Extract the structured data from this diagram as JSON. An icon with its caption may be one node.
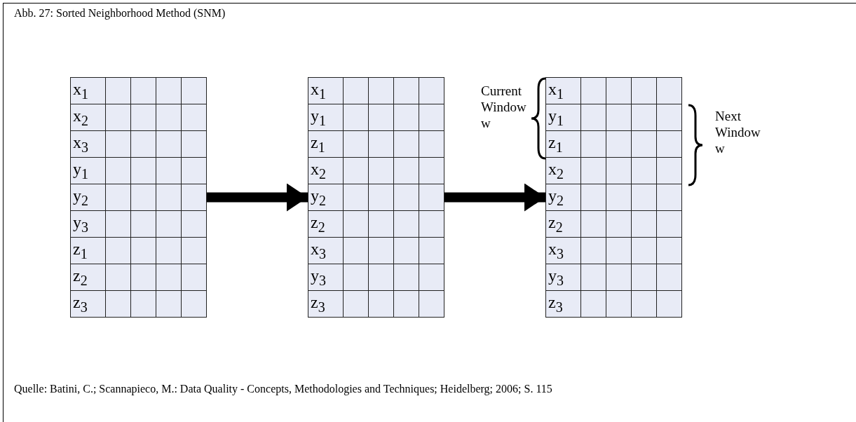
{
  "diagram": {
    "title": "Abb. 27: Sorted Neighborhood Method (SNM)",
    "caption": "Quelle: Batini, C.; Scannapieco, M.: Data Quality - Concepts, Methodologies and Techniques; Heidelberg; 2006; S. 115",
    "nodes": [
      {
        "text": [
          "x$_{1}$",
          "x$_{2}$",
          "x$_{3}$",
          "y$_{1}$",
          "y$_{2}$",
          "y$_{3}$",
          "z$_{1}$",
          "z$_{2}$",
          "z$_{3}$"
        ]
      },
      {
        "text": [
          "x$_{1}$",
          "y$_{1}$",
          "z$_{1}$",
          "x$_{2}$",
          "y$_{2}$",
          "z$_{2}$",
          "x$_{3}$",
          "y$_{3}$",
          "z$_{3}$"
        ]
      },
      {
        "text": [
          "x$_{1}$",
          "y$_{1}$",
          "z$_{1}$",
          "x$_{2}$",
          "y$_{2}$",
          "z$_{2}$",
          "x$_{3}$",
          "y$_{3}$",
          "z$_{3}$"
        ]
      }
    ],
    "edges": [
      {
        "from": 0,
        "to": 1,
        "arrow": "to"
      },
      {
        "from": 1,
        "to": 2,
        "arrow": "to"
      }
    ],
    "labels": [
      "Current Window w",
      "Next Window w"
    ]
  }
}
